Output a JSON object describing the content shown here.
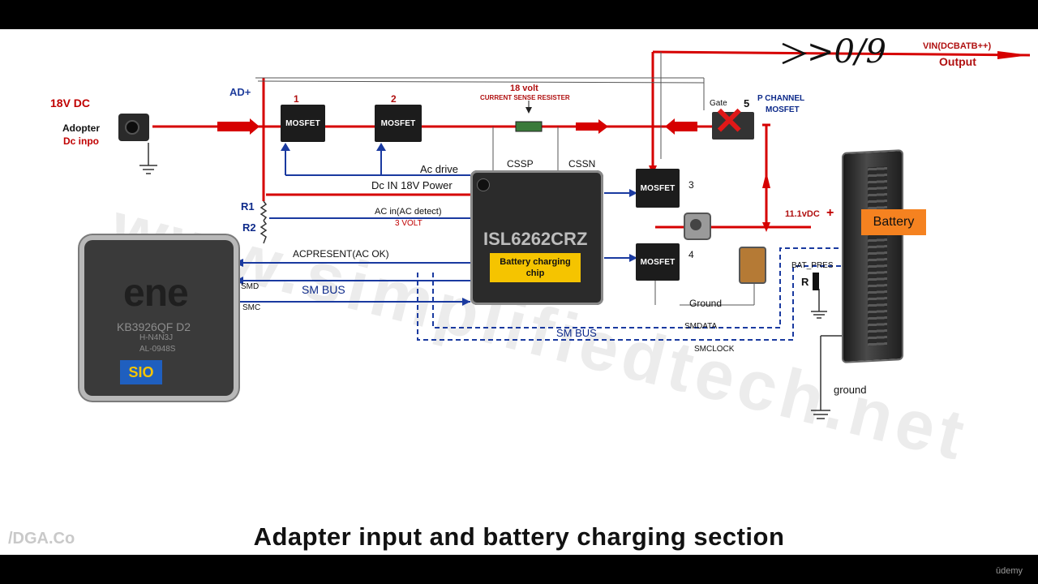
{
  "title": "Adapter  input and battery charging  section",
  "watermark_brand": "/DGA.Co",
  "player_brand": "ūdemy",
  "labels": {
    "dc18v": "18V DC",
    "adapter": "Adopter",
    "dc_input": "Dc inpo",
    "ad_plus": "AD+",
    "mosfet1_num": "1",
    "mosfet2_num": "2",
    "mosfet3_num": "3",
    "mosfet4_num": "4",
    "mosfet5_num": "5",
    "mosfet_text": "MOSFET",
    "sense_18v": "18 volt",
    "sense_resister": "CURRENT SENSE RESISTER",
    "gate": "Gate",
    "p_channel": "P CHANNEL",
    "mosfet_p": "MOSFET",
    "vin": "VIN(DCBATB++)",
    "output": "Output",
    "ac_drive": "Ac drive",
    "dc_in_power": "Dc  IN  18V Power",
    "cssp": "CSSP",
    "cssn": "CSSN",
    "r1": "R1",
    "r2": "R2",
    "ac_in": "AC in(AC detect)",
    "v3": "3 VOLT",
    "chip_marking": "ISL6262CRZ",
    "charging_chip": "Battery charging chip",
    "acpresent": "ACPRESENT(AC OK)",
    "smd": "SMD",
    "sm_bus": "SM BUS",
    "smc": "SMC",
    "ene": "ene",
    "kb_marking": "KB3926QF D2",
    "kb_sub1": "H-N4N3J",
    "kb_sub2": "AL-0948S",
    "sio": "SIO",
    "v11": "11.1vDC",
    "plus": "+",
    "battery": "Battery",
    "bat_pres": "BAT_PRES",
    "r": "R",
    "ground_mid": "Ground",
    "smdata": "SMDATA",
    "sm_bus2": "SM BUS",
    "smclock": "SMCLOCK",
    "ground_right": "ground",
    "scribble": ">0/9",
    "bg_watermark": "www.simplifiedtech.net"
  },
  "colors": {
    "power_line": "#d60000",
    "signal_line": "#1a3aa0",
    "accent_orange": "#f58220",
    "chip_label_yellow": "#f5c400",
    "sio_blue": "#1f5fbf"
  }
}
